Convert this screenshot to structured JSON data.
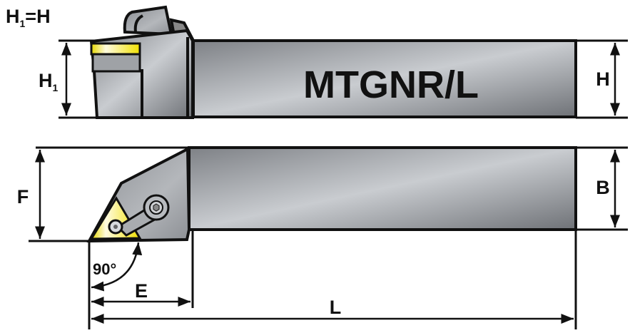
{
  "title": {
    "h1_equals_h": "H",
    "h1_base": "H",
    "h1_sub": "1",
    "equals_rhs": "=H"
  },
  "model": "MTGNR/L",
  "dimensions": {
    "h1_base": "H",
    "h1_sub": "1",
    "h": "H",
    "b": "B",
    "f": "F",
    "e": "E",
    "l": "L",
    "angle": "90°"
  },
  "colors": {
    "insert": "#f2e600",
    "body": "#9a9da2",
    "outline": "#111111"
  }
}
